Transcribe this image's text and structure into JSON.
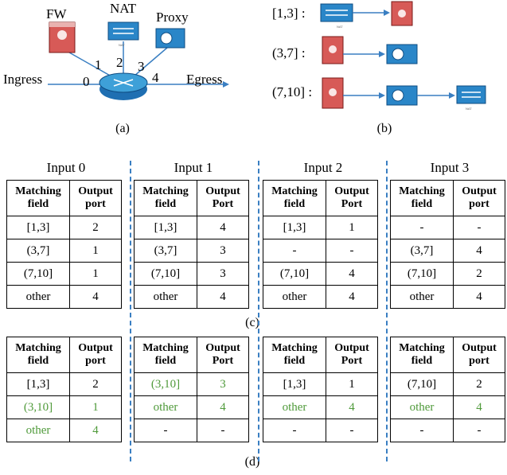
{
  "panel_a": {
    "fw_label": "FW",
    "nat_label": "NAT",
    "proxy_label": "Proxy",
    "ingress_label": "Ingress",
    "egress_label": "Egress",
    "port_labels": [
      "0",
      "1",
      "2",
      "3",
      "4"
    ],
    "nat_caption": "NAT",
    "caption": "(a)"
  },
  "panel_b": {
    "rows": [
      {
        "range": "[1,3] :",
        "chain": [
          "NAT",
          "FW"
        ]
      },
      {
        "range": "(3,7] :",
        "chain": [
          "FW",
          "Proxy"
        ]
      },
      {
        "range": "(7,10] :",
        "chain": [
          "FW",
          "Proxy",
          "NAT"
        ]
      }
    ],
    "nat_caption": "NAT",
    "caption": "(b)"
  },
  "tables_c": {
    "groups": [
      "Input 0",
      "Input 1",
      "Input 2",
      "Input 3"
    ],
    "headers": [
      [
        "Matching field",
        "Output port"
      ],
      [
        "Matching field",
        "Output Port"
      ],
      [
        "Matching field",
        "Output Port"
      ],
      [
        "Matching field",
        "Output port"
      ]
    ],
    "rows": [
      [
        [
          "[1,3]",
          "2"
        ],
        [
          "(3,7]",
          "1"
        ],
        [
          "(7,10]",
          "1"
        ],
        [
          "other",
          "4"
        ]
      ],
      [
        [
          "[1,3]",
          "4"
        ],
        [
          "(3,7]",
          "3"
        ],
        [
          "(7,10]",
          "3"
        ],
        [
          "other",
          "4"
        ]
      ],
      [
        [
          "[1,3]",
          "1"
        ],
        [
          "-",
          "-"
        ],
        [
          "(7,10]",
          "4"
        ],
        [
          "other",
          "4"
        ]
      ],
      [
        [
          "-",
          "-"
        ],
        [
          "(3,7]",
          "4"
        ],
        [
          "(7,10]",
          "2"
        ],
        [
          "other",
          "4"
        ]
      ]
    ],
    "caption": "(c)"
  },
  "tables_d": {
    "headers": [
      [
        "Matching field",
        "Output port"
      ],
      [
        "Matching field",
        "Output Port"
      ],
      [
        "Matching field",
        "Output Port"
      ],
      [
        "Matching field",
        "Output port"
      ]
    ],
    "rows": [
      [
        [
          "[1,3]",
          "2",
          false
        ],
        [
          "(3,10]",
          "1",
          true
        ],
        [
          "other",
          "4",
          true
        ]
      ],
      [
        [
          "(3,10]",
          "3",
          true
        ],
        [
          "other",
          "4",
          true
        ],
        [
          "-",
          "-",
          false
        ]
      ],
      [
        [
          "[1,3]",
          "1",
          false
        ],
        [
          "other",
          "4",
          true
        ],
        [
          "-",
          "-",
          false
        ]
      ],
      [
        [
          "(7,10]",
          "2",
          false
        ],
        [
          "other",
          "4",
          true
        ],
        [
          "-",
          "-",
          false
        ]
      ]
    ],
    "highlight_color": "#4f9a3a",
    "caption": "(d)"
  },
  "colors": {
    "divider": "#3a7fc2",
    "firewall": "#c93835",
    "network_device": "#1f6fb2"
  }
}
